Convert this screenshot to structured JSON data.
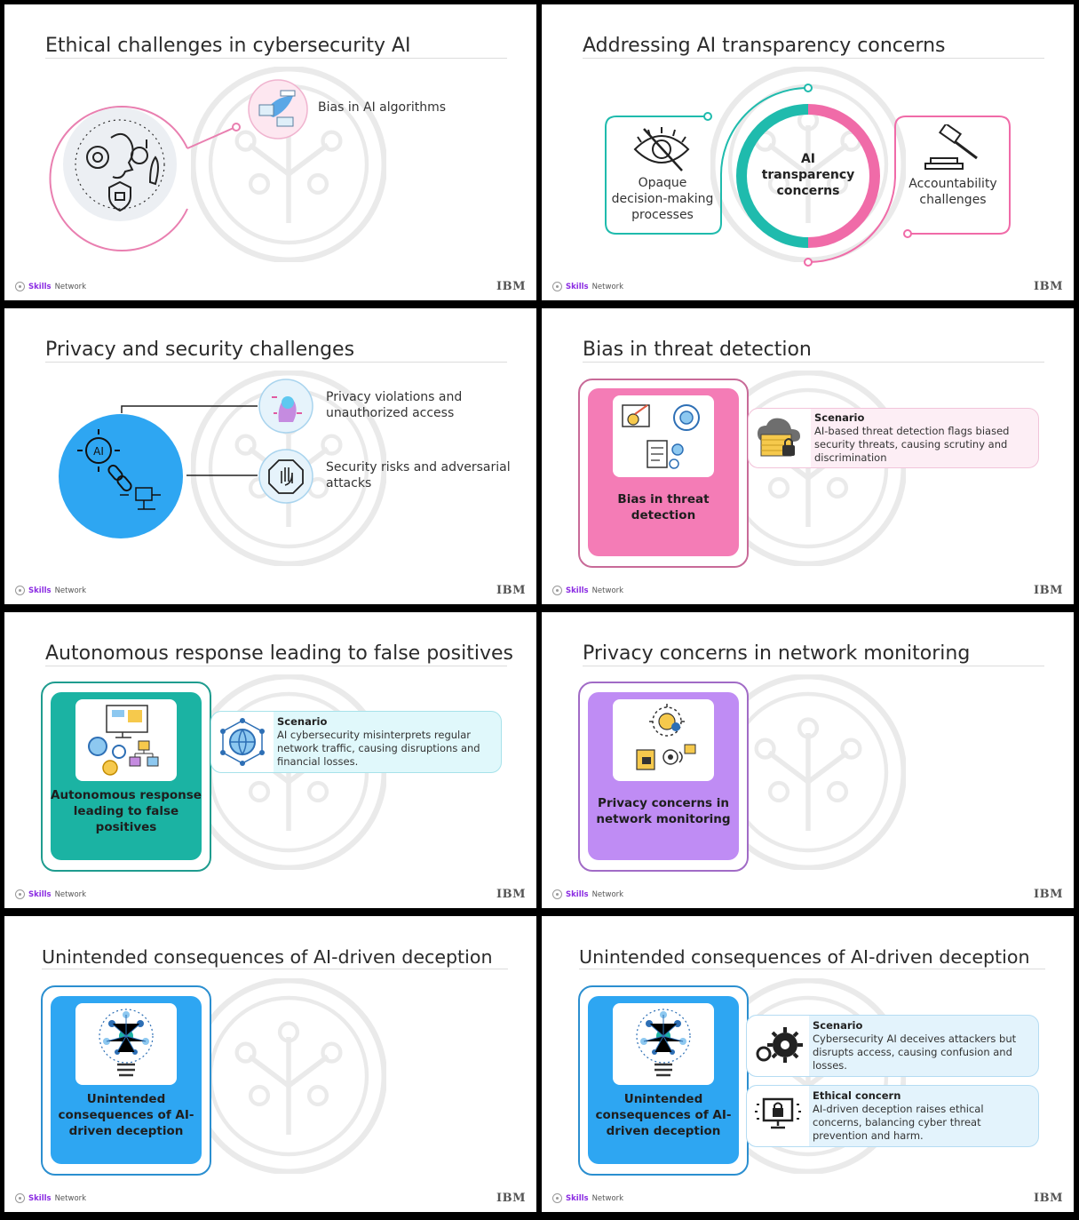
{
  "footer": {
    "brand_bold": "Skills",
    "brand_rest": "Network",
    "ibm": "IBM"
  },
  "slide1": {
    "title": "Ethical challenges in cybersecurity AI",
    "bubble_label": "Bias in AI algorithms",
    "accent": "#e97fb0"
  },
  "slide2": {
    "title": "Addressing AI transparency concerns",
    "center_label": "AI transparency concerns",
    "left_label": "Opaque decision-making processes",
    "right_label": "Accountability challenges",
    "teal": "#1fbbad",
    "pink": "#f06ba8"
  },
  "slide3": {
    "title": "Privacy and security challenges",
    "item1": "Privacy violations and unauthorized access",
    "item2": "Security risks and adversarial attacks",
    "blue": "#2ea6f2"
  },
  "slide4": {
    "title": "Bias in threat detection",
    "card": "Bias in threat detection",
    "scenario_head": "Scenario",
    "scenario_text": "AI-based threat detection flags biased security threats, causing scrutiny and discrimination"
  },
  "slide5": {
    "title": "Autonomous response leading to false positives",
    "card": "Autonomous response leading to false positives",
    "scenario_head": "Scenario",
    "scenario_text": "AI cybersecurity misinterprets regular network traffic, causing disruptions and financial losses."
  },
  "slide6": {
    "title": "Privacy concerns in network monitoring",
    "card": "Privacy concerns in network monitoring"
  },
  "slide7": {
    "title": "Unintended consequences of AI-driven deception",
    "card": "Unintended consequences of AI-driven deception"
  },
  "slide8": {
    "title": "Unintended consequences of AI-driven deception",
    "card": "Unintended consequences of AI-driven deception",
    "scenario_head": "Scenario",
    "scenario_text": "Cybersecurity AI deceives attackers but disrupts access, causing confusion and losses.",
    "ethical_head": "Ethical concern",
    "ethical_text": "AI-driven deception raises ethical concerns, balancing cyber threat prevention and harm."
  }
}
